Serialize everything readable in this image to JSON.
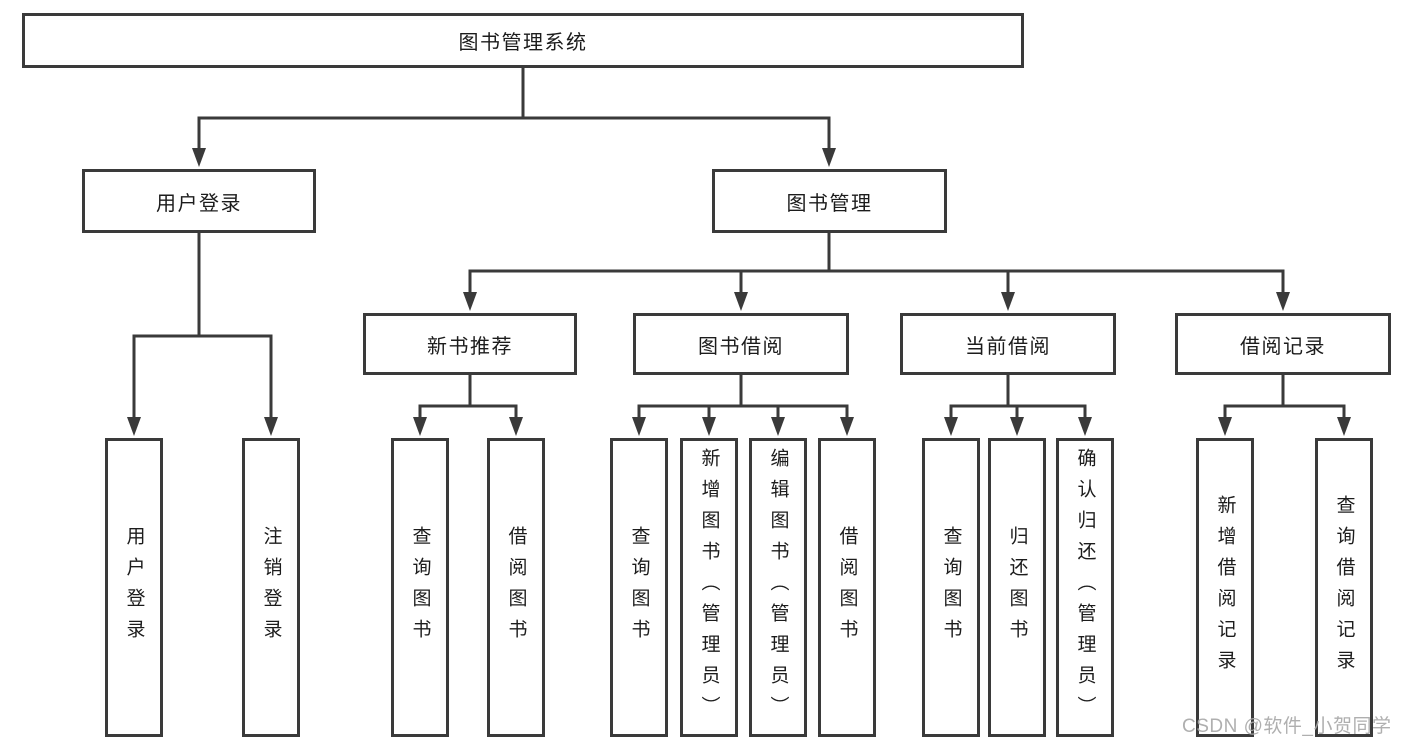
{
  "tree": {
    "label": "图书管理系统",
    "children": [
      {
        "label": "用户登录",
        "children": [
          {
            "label": "用户登录"
          },
          {
            "label": "注销登录"
          }
        ]
      },
      {
        "label": "图书管理",
        "children": [
          {
            "label": "新书推荐",
            "children": [
              {
                "label": "查询图书"
              },
              {
                "label": "借阅图书"
              }
            ]
          },
          {
            "label": "图书借阅",
            "children": [
              {
                "label": "查询图书"
              },
              {
                "label": "新增图书（管理员）"
              },
              {
                "label": "编辑图书（管理员）"
              },
              {
                "label": "借阅图书"
              }
            ]
          },
          {
            "label": "当前借阅",
            "children": [
              {
                "label": "查询图书"
              },
              {
                "label": "归还图书"
              },
              {
                "label": "确认归还（管理员）"
              }
            ]
          },
          {
            "label": "借阅记录",
            "children": [
              {
                "label": "新增借阅记录"
              },
              {
                "label": "查询借阅记录"
              }
            ]
          }
        ]
      }
    ]
  },
  "watermark": "CSDN @软件_小贺同学",
  "colors": {
    "line": "#3a3a3a",
    "text": "#1c1c1c",
    "background": "#ffffff",
    "watermark": "#a9a9a9"
  }
}
